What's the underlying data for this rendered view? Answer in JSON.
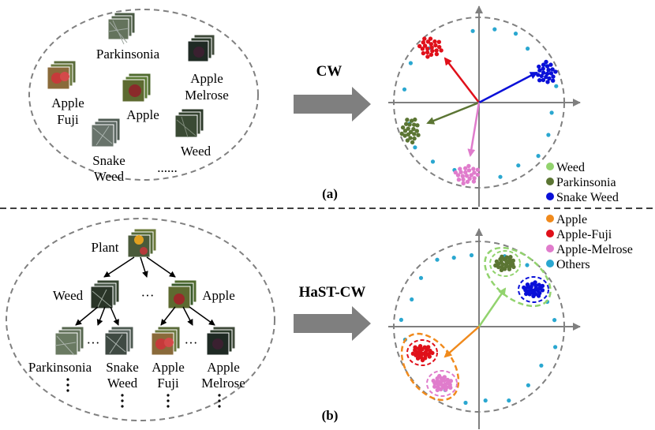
{
  "panel_a": {
    "panel_label": "(a)",
    "method_label": "CW",
    "cluster_labels": {
      "parkinsonia": "Parkinsonia",
      "apple_melrose": [
        "Apple",
        "Melrose"
      ],
      "apple_fuji": [
        "Apple",
        "Fuji"
      ],
      "apple": "Apple",
      "weed": "Weed",
      "snake_weed": [
        "Snake",
        "Weed"
      ],
      "ellipsis": "......"
    }
  },
  "panel_b": {
    "panel_label": "(b)",
    "method_label": "HaST-CW",
    "tree": {
      "root": "Plant",
      "level1": {
        "left": "Weed",
        "middle": "···",
        "right": "Apple"
      },
      "leaves": {
        "parkinsonia": "Parkinsonia",
        "snake_weed": [
          "Snake",
          "Weed"
        ],
        "apple_fuji": [
          "Apple",
          "Fuji"
        ],
        "apple_melrose": [
          "Apple",
          "Melrose"
        ],
        "ellipsis": "···"
      }
    }
  },
  "legend": [
    {
      "label": "Weed",
      "color": "#92d36e"
    },
    {
      "label": "Parkinsonia",
      "color": "#5b7533"
    },
    {
      "label": "Snake Weed",
      "color": "#0a10d8"
    },
    {
      "label": "Apple",
      "color": "#f08a1c"
    },
    {
      "label": "Apple-Fuji",
      "color": "#e0101a"
    },
    {
      "label": "Apple-Melrose",
      "color": "#e07ccc"
    },
    {
      "label": "Others",
      "color": "#2aa7d0"
    }
  ],
  "colors": {
    "weed": "#92d36e",
    "parkinsonia": "#5b7533",
    "snake_weed": "#0a10d8",
    "apple": "#f08a1c",
    "apple_fuji": "#e0101a",
    "apple_melrose": "#e07ccc",
    "others": "#2aa7d0",
    "dashed": "#808080",
    "arrow_gray": "#7f7f7f"
  }
}
